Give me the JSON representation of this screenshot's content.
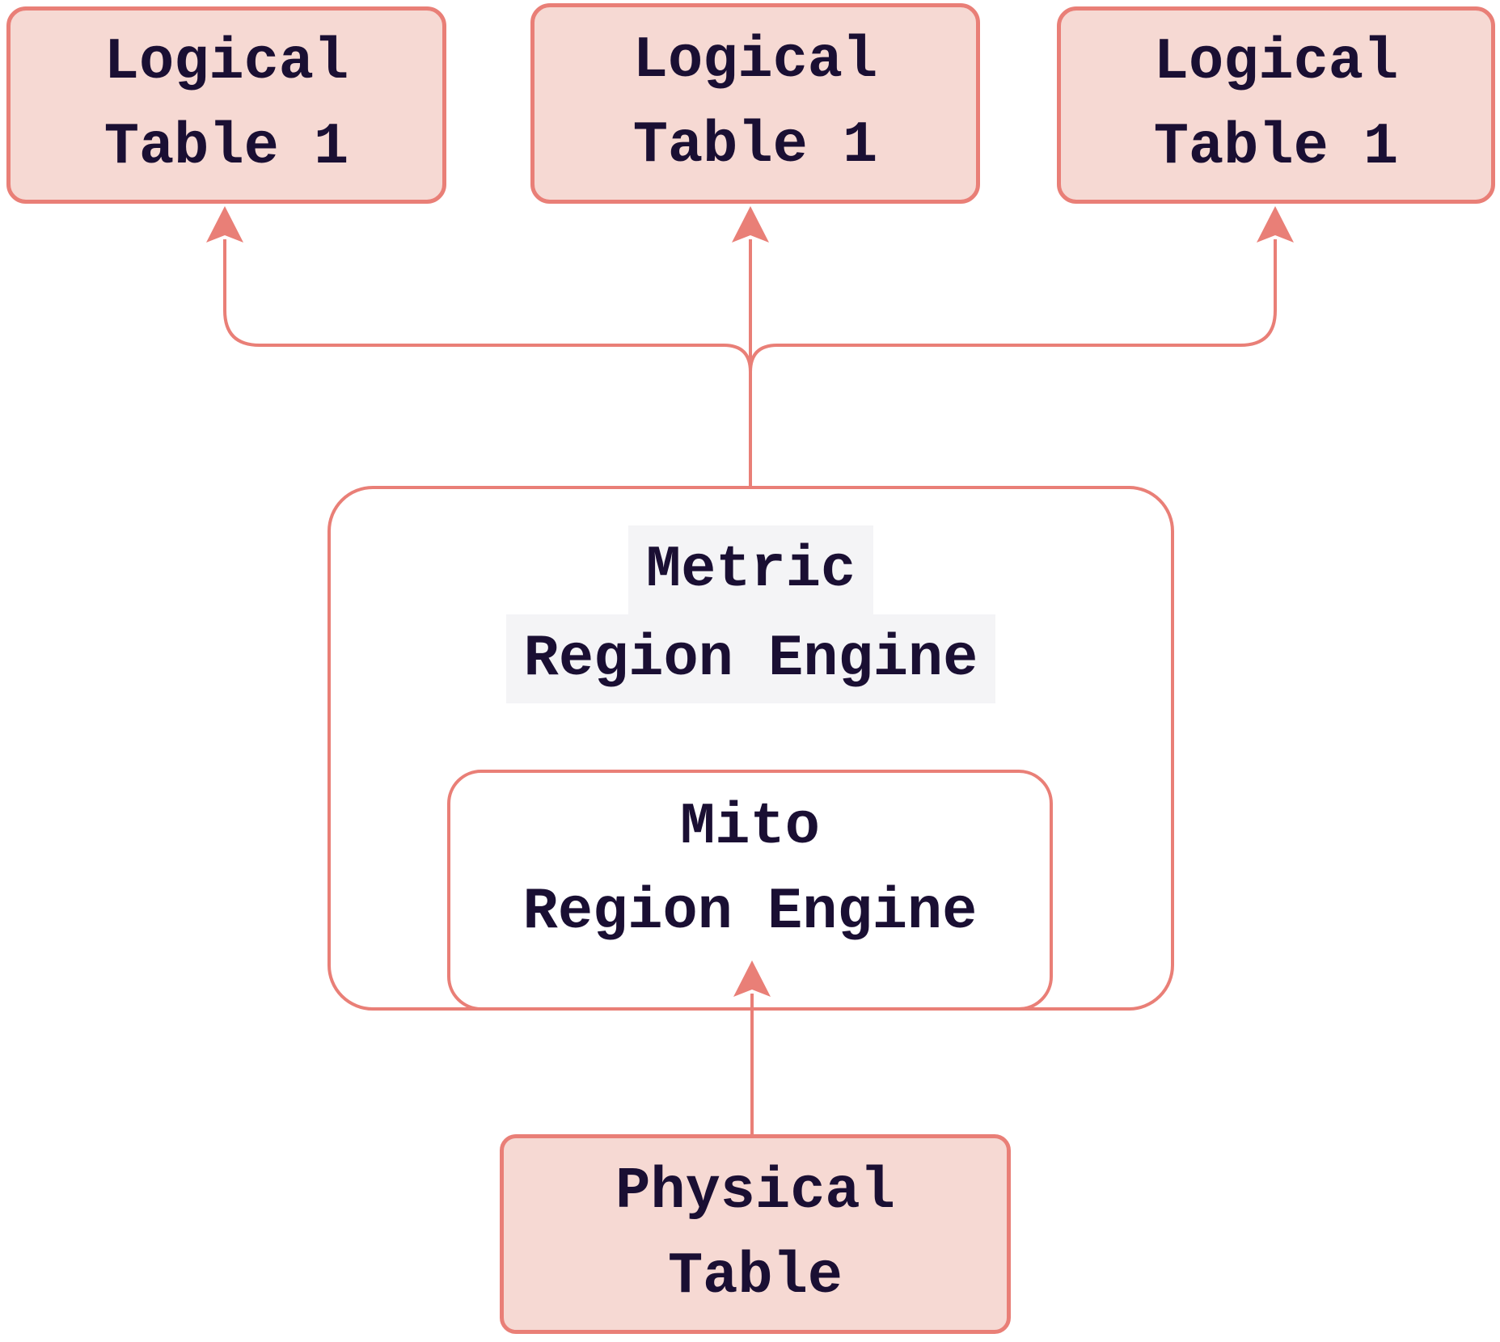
{
  "title": "Region engine table fan-out diagram",
  "colors": {
    "stroke": "#e97f77",
    "node-fill": "#f6d9d3",
    "engine-fill": "#ffffff",
    "text": "#1a0f33",
    "label-bg": "#f4f4f6",
    "canvas-bg": "#ffffff"
  },
  "nodes": {
    "logical_left": {
      "line1": "Logical",
      "line2": "Table 1"
    },
    "logical_middle": {
      "line1": "Logical",
      "line2": "Table 1"
    },
    "logical_right": {
      "line1": "Logical",
      "line2": "Table 1"
    },
    "metric_engine": {
      "line1": "Metric",
      "line2": "Region Engine"
    },
    "mito_engine": {
      "line1": "Mito",
      "line2": "Region Engine"
    },
    "physical_table": {
      "line1": "Physical",
      "line2": "Table"
    }
  },
  "edges": [
    {
      "from": "metric_engine",
      "to": "logical_left",
      "style": "arrow"
    },
    {
      "from": "metric_engine",
      "to": "logical_middle",
      "style": "arrow"
    },
    {
      "from": "metric_engine",
      "to": "logical_right",
      "style": "arrow"
    },
    {
      "from": "physical_table",
      "to": "mito_engine",
      "style": "arrow"
    }
  ]
}
